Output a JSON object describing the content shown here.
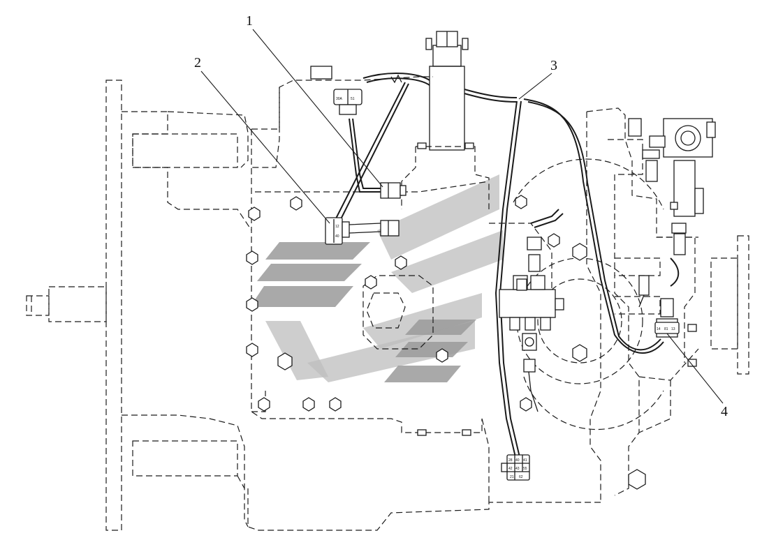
{
  "callouts": [
    {
      "id": "1",
      "label": "1"
    },
    {
      "id": "2",
      "label": "2"
    },
    {
      "id": "3",
      "label": "3"
    },
    {
      "id": "4",
      "label": "4"
    }
  ],
  "connectors": {
    "top_left": {
      "pins": [
        "30A",
        "51"
      ]
    },
    "sensor": {
      "pins": [
        "12",
        "40"
      ]
    },
    "bottom": {
      "pins": [
        "28",
        "40",
        "41",
        "42",
        "43",
        "55",
        "21",
        "62"
      ]
    },
    "right": {
      "pins": [
        "14",
        "81",
        "13"
      ]
    }
  },
  "colors": {
    "line": "#1a1a1a",
    "watermark": "#9a9a9a",
    "background": "#ffffff"
  }
}
